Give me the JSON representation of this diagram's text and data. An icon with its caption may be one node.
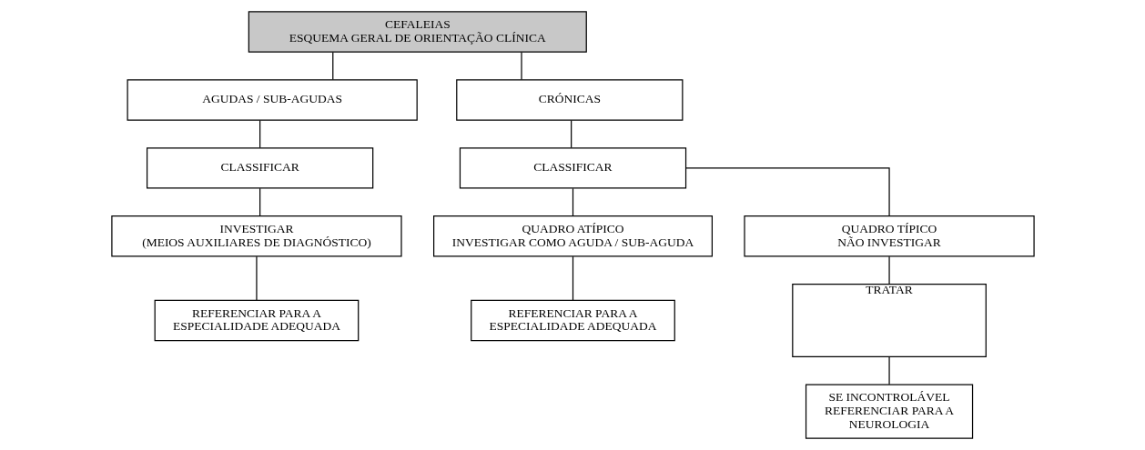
{
  "diagram": {
    "nodes": [
      {
        "text": [
          "CEFALEIAS",
          "ESQUEMA GERAL DE ORIENTAÇÃO CLÍNICA"
        ]
      },
      {
        "text": [
          "AGUDAS / SUB-AGUDAS"
        ]
      },
      {
        "text": [
          "CRÓNICAS"
        ]
      },
      {
        "text": [
          "CLASSIFICAR"
        ]
      },
      {
        "text": [
          "CLASSIFICAR"
        ]
      },
      {
        "text": [
          "INVESTIGAR",
          "(MEIOS AUXILIARES DE DIAGNÓSTICO)"
        ]
      },
      {
        "text": [
          "QUADRO ATÍPICO",
          "INVESTIGAR COMO AGUDA / SUB-AGUDA"
        ]
      },
      {
        "text": [
          "QUADRO TÍPICO",
          "NÃO INVESTIGAR"
        ]
      },
      {
        "text": [
          "REFERENCIAR PARA A ESPECIALIDADE ADEQUADA"
        ]
      },
      {
        "text": [
          "REFERENCIAR PARA A ESPECIALIDADE ADEQUADA"
        ]
      },
      {
        "text": [
          "TRATAR"
        ]
      },
      {
        "text": [
          "SE INCONTROLÁVEL REFERENCIAR PARA A NEUROLOGIA"
        ]
      }
    ],
    "edges": [
      {
        "from": 0,
        "to": 1,
        "arrow": "none"
      },
      {
        "from": 0,
        "to": 2,
        "arrow": "none"
      },
      {
        "from": 1,
        "to": 3,
        "arrow": "none"
      },
      {
        "from": 3,
        "to": 5,
        "arrow": "none"
      },
      {
        "from": 5,
        "to": 8,
        "arrow": "none"
      },
      {
        "from": 2,
        "to": 4,
        "arrow": "none"
      },
      {
        "from": 4,
        "to": 6,
        "arrow": "none"
      },
      {
        "from": 4,
        "to": 7,
        "arrow": "none"
      },
      {
        "from": 6,
        "to": 9,
        "arrow": "none"
      },
      {
        "from": 7,
        "to": 10,
        "arrow": "none"
      },
      {
        "from": 10,
        "to": 11,
        "arrow": "none"
      }
    ]
  }
}
